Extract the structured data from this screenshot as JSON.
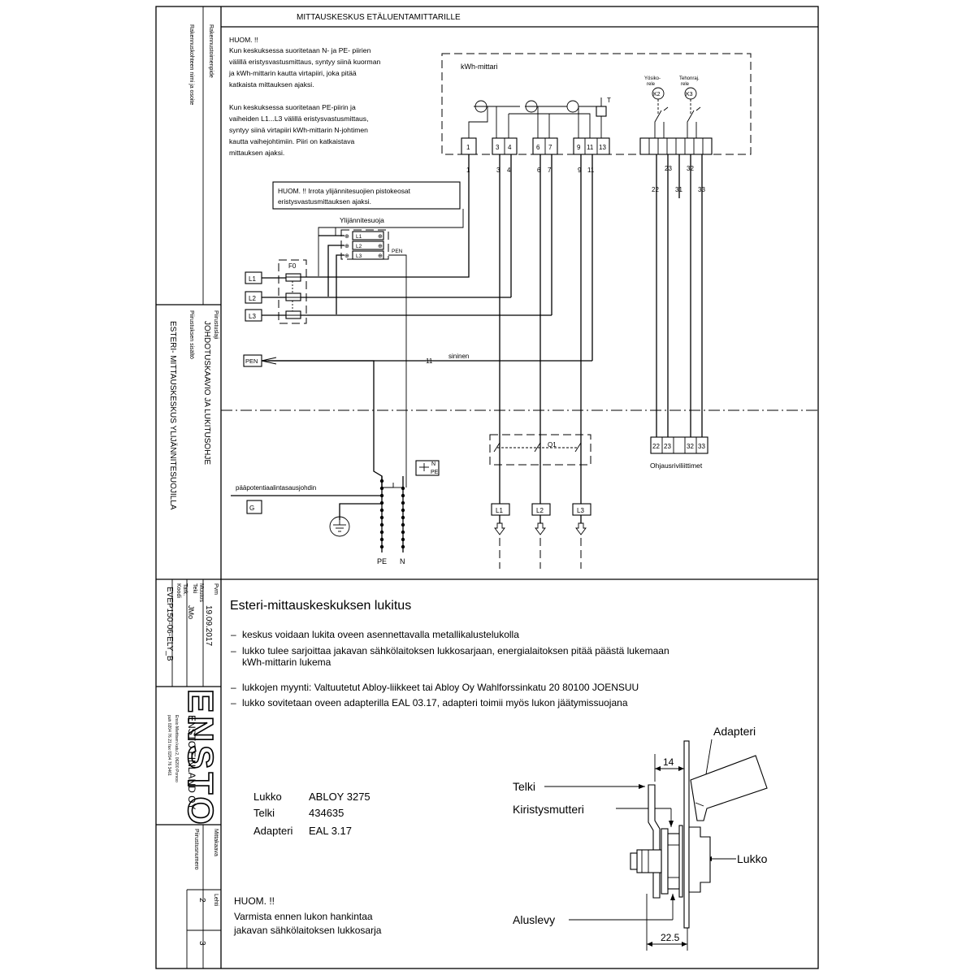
{
  "title_strip": {
    "top_title": "MITTAUSKESKUS ETÄLUENTAMITTARILLE",
    "rakennuskohteen_label": "Rakennuskohteen nimi ja osoite",
    "rakennustoimenpide_label": "Rakennustoimenpide",
    "piirustuslaji_label": "Piirustuslaji",
    "piirustuslaji_value": "JOHDOTUSKAAVIO JA LUKITUSOHJE",
    "piirustuksen_sisalto_label": "Piirustuksen sisältö",
    "piirustuksen_sisalto_value": "ESTERI- MITTAUSKESKUS YLIJÄNNITESUOJILLA",
    "pvm_label": "Pvm",
    "pvm_value": "19.09.2017",
    "muutos_label": "Muutos",
    "tark_label": "Tark.",
    "teki_label": "Teki",
    "teki_value": "JMo",
    "koodi_label": "Koodi",
    "koodi_value": "EVEP150-06-ELY_B",
    "company_logo": "ENSTO",
    "company_name": "ENSTO FINLAND OY",
    "company_address": "Ensio Miettisen katu 2, 06200 Porvoo",
    "company_phone": "puh 0204 76 21  fax 0204 76 3461",
    "mittakaava_label": "Mittakaava",
    "piirustusnumero_label": "Piirustusnumero",
    "lehti_label": "Lehti",
    "lehti_value": "2",
    "lehti_total": "3"
  },
  "notes": {
    "huom_1_lines": [
      "HUOM. !!",
      "Kun keskuksessa suoritetaan N- ja PE- piirien",
      "välillä eristysvastusmittaus, syntyy siinä kuorman",
      "ja kWh-mittarin kautta virtapiiri, joka pitää",
      "katkaista mittauksen ajaksi."
    ],
    "huom_2_lines": [
      "Kun keskuksessa suoritetaan PE-piirin ja",
      "vaiheiden L1...L3 välillä eristysvastusmittaus,",
      "syntyy siinä virtapiiri kWh-mittarin N-johtimen",
      "kautta vaihejohtimiin. Piiri on katkaistava",
      "mittauksen ajaksi."
    ],
    "huom_box_lines": [
      "HUOM. !!  Irrota ylijännitesuojien pistokeosat",
      "eristysvastusmittauksen ajaksi."
    ]
  },
  "diagram": {
    "kwh_meter_label": "kWh-mittari",
    "meter_terminals": [
      "1",
      "3",
      "4",
      "6",
      "7",
      "9",
      "11",
      "13"
    ],
    "meter_wire_numbers": [
      "1",
      "3",
      "4",
      "6",
      "7",
      "9",
      "11"
    ],
    "t_label": "T",
    "relay_k2_label": "Yösiko-\nrele",
    "relay_k2": "K2",
    "relay_k3_label": "Tehonraj.\nrele",
    "relay_k3": "K3",
    "relay_wires_top": [
      "23",
      "32"
    ],
    "relay_wires_bottom": [
      "22",
      "31",
      "33"
    ],
    "ylijannitesuoja_label": "Ylijännitesuoja",
    "surge_terminals": [
      "L1",
      "L2",
      "L3"
    ],
    "pen_label_small": "PEN",
    "fuse_label": "F0",
    "inputs": [
      "L1",
      "L2",
      "L3"
    ],
    "pen_input": "PEN",
    "pen_wire_number": "11",
    "pen_wire_color": "sininen",
    "switch_label": "Q1",
    "outputs": [
      "L1",
      "L2",
      "L3"
    ],
    "control_terminals": [
      "22",
      "23",
      "32",
      "33"
    ],
    "control_terminals_label": "Ohjausriviliittimet",
    "potential_label": "pääpotentiaalintasausjohdin",
    "n_label": "N",
    "pe_label": "PE",
    "bus_pe": "PE",
    "bus_n": "N",
    "g_label": "G"
  },
  "lock_section": {
    "heading": "Esteri-mittauskeskuksen lukitus",
    "bullets": [
      "keskus voidaan lukita oveen asennettavalla metallikalustelukolla",
      "lukko tulee sarjoittaa jakavan sähkölaitoksen lukkosarjaan, energialaitoksen pitää päästä lukemaan",
      "kWh-mittarin lukema",
      "lukkojen myynti:  Valtuutetut Abloy-liikkeet tai  Abloy Oy  Wahlforssinkatu 20   80100 JOENSUU",
      "lukko sovitetaan oveen adapterilla EAL 03.17, adapteri toimii myös lukon jäätymissuojana"
    ],
    "specs": [
      {
        "key": "Lukko",
        "value": "ABLOY 3275"
      },
      {
        "key": "Telki",
        "value": "434635"
      },
      {
        "key": "Adapteri",
        "value": "EAL 3.17"
      }
    ],
    "huom_lines": [
      "HUOM. !!",
      "Varmista ennen lukon hankintaa",
      "jakavan sähkölaitoksen lukkosarja"
    ],
    "drawing": {
      "adapteri": "Adapteri",
      "telki": "Telki",
      "kiristysmutteri": "Kiristysmutteri",
      "lukko": "Lukko",
      "aluslevy": "Aluslevy",
      "dim_top": "14",
      "dim_bottom": "22.5"
    }
  }
}
